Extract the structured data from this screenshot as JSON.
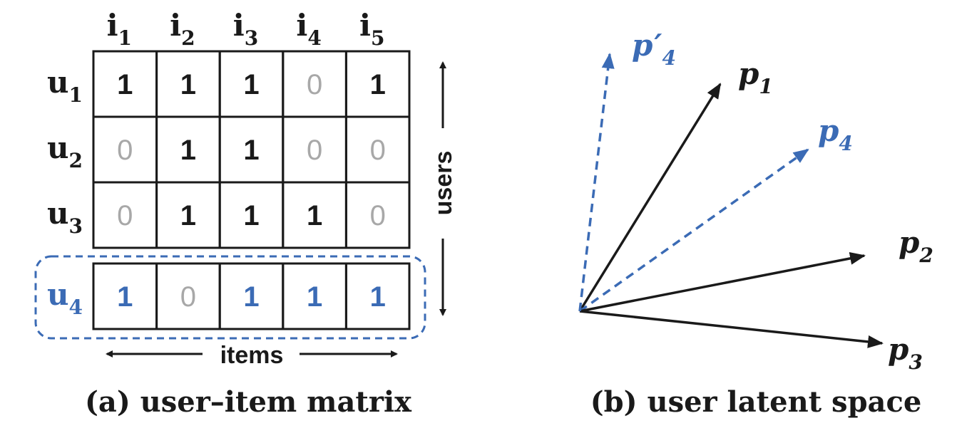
{
  "matrix": {
    "columns": [
      "i",
      "i",
      "i",
      "i",
      "i"
    ],
    "column_subscripts": [
      "1",
      "2",
      "3",
      "4",
      "5"
    ],
    "rows": [
      {
        "label": "u",
        "sub": "1",
        "values": [
          "1",
          "1",
          "1",
          "0",
          "1"
        ],
        "highlight": false
      },
      {
        "label": "u",
        "sub": "2",
        "values": [
          "0",
          "1",
          "1",
          "0",
          "0"
        ],
        "highlight": false
      },
      {
        "label": "u",
        "sub": "3",
        "values": [
          "0",
          "1",
          "1",
          "1",
          "0"
        ],
        "highlight": false
      },
      {
        "label": "u",
        "sub": "4",
        "values": [
          "1",
          "0",
          "1",
          "1",
          "1"
        ],
        "highlight": true
      }
    ],
    "users_label": "users",
    "items_label": "items",
    "caption": "(a) user–item matrix"
  },
  "latent": {
    "vectors": [
      {
        "label": "p",
        "sub": "1",
        "prime": "",
        "style": "solid"
      },
      {
        "label": "p",
        "sub": "4",
        "prime": "",
        "style": "dashed"
      },
      {
        "label": "p",
        "sub": "2",
        "prime": "",
        "style": "solid"
      },
      {
        "label": "p",
        "sub": "3",
        "prime": "",
        "style": "solid"
      },
      {
        "label": "p",
        "sub": "4",
        "prime": "′",
        "style": "dashed"
      }
    ],
    "caption": "(b) user latent space"
  },
  "colors": {
    "ink": "#1a1a1a",
    "accent": "#3b6bb5",
    "zero": "#a8a8a8"
  }
}
